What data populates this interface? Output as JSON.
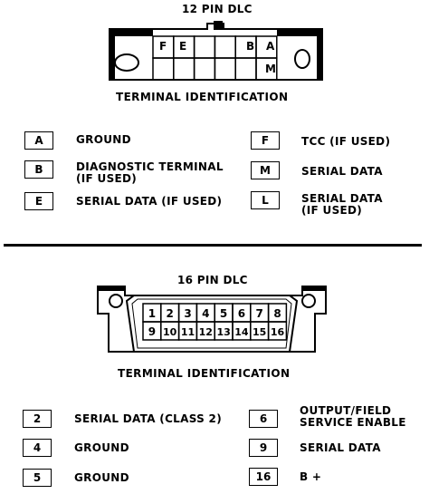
{
  "dlc12": {
    "title": "12 PIN DLC",
    "subtitle": "TERMINAL IDENTIFICATION",
    "pin_labels_top": [
      "F",
      "E",
      "B",
      "A"
    ],
    "pin_labels_bottom": [
      "M"
    ],
    "legend": [
      {
        "code": "A",
        "desc": "GROUND"
      },
      {
        "code": "B",
        "desc": "DIAGNOSTIC TERMINAL\n(IF USED)"
      },
      {
        "code": "E",
        "desc": "SERIAL DATA (IF USED)"
      },
      {
        "code": "F",
        "desc": "TCC  (IF USED)"
      },
      {
        "code": "M",
        "desc": "SERIAL DATA"
      },
      {
        "code": "L",
        "desc": "SERIAL DATA\n(IF USED)"
      }
    ]
  },
  "dlc16": {
    "title": "16 PIN DLC",
    "subtitle": "TERMINAL IDENTIFICATION",
    "pins_top": [
      "1",
      "2",
      "3",
      "4",
      "5",
      "6",
      "7",
      "8"
    ],
    "pins_bottom": [
      "9",
      "10",
      "11",
      "12",
      "13",
      "14",
      "15",
      "16"
    ],
    "legend": [
      {
        "code": "2",
        "desc": "SERIAL DATA (CLASS 2)"
      },
      {
        "code": "4",
        "desc": "GROUND"
      },
      {
        "code": "5",
        "desc": "GROUND"
      },
      {
        "code": "6",
        "desc": "OUTPUT/FIELD\nSERVICE ENABLE"
      },
      {
        "code": "9",
        "desc": "SERIAL DATA"
      },
      {
        "code": "16",
        "desc": "B +"
      }
    ]
  }
}
